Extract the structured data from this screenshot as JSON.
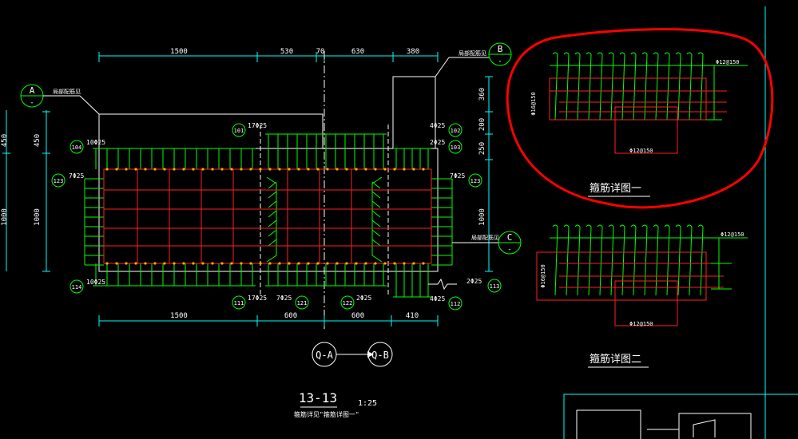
{
  "colors": {
    "background": "#000000",
    "dimension": "#00ffff",
    "rebar_stirrup": "#00ff00",
    "rebar_main": "#ff2020",
    "outline": "#ffffff",
    "text": "#ffffff",
    "bubble": "#00ff00",
    "markup": "#ff0000",
    "viewport_frame": "#00ffff"
  },
  "section": {
    "title": "13-13",
    "scale": "1:25",
    "note": "箍筋详见\"箍筋详图一\"",
    "top_dims": [
      "1500",
      "530",
      "70",
      "630",
      "380"
    ],
    "bottom_dims": [
      "1500",
      "600",
      "600",
      "410"
    ],
    "left_dims_outer": [
      "450",
      "1000"
    ],
    "left_dims_inner": [
      "450",
      "1000"
    ],
    "right_dims": [
      "360",
      "200",
      "250",
      "1000"
    ],
    "axis_bubbles": {
      "a": {
        "letter": "A",
        "sub": "-",
        "note": "局部配筋见"
      },
      "b": {
        "letter": "B",
        "sub": "-",
        "note": "局部配筋见"
      },
      "c": {
        "letter": "C",
        "sub": "-",
        "note": "局部配筋见"
      }
    },
    "callouts": {
      "c101": {
        "num": "101",
        "text": "17Φ25"
      },
      "c104": {
        "num": "104",
        "text": "10Φ25"
      },
      "c123_left": {
        "num": "123",
        "text": "7Φ25"
      },
      "c114": {
        "num": "114",
        "text": "10Φ25"
      },
      "c102": {
        "num": "102",
        "text": "4Φ25"
      },
      "c103": {
        "num": "103",
        "text": "2Φ25"
      },
      "c123_right": {
        "num": "123",
        "text": "7Φ25"
      },
      "c113": {
        "num": "113",
        "text": "2Φ25"
      },
      "c112": {
        "num": "112",
        "text": "4Φ25"
      },
      "c111": {
        "num": "111",
        "text": "17Φ25"
      },
      "c121": {
        "num": "121",
        "text": "7Φ25"
      },
      "c122": {
        "num": "122",
        "text": "2Φ25"
      }
    },
    "section_refs": {
      "left": "Q-A",
      "right": "Q-B"
    }
  },
  "detail1": {
    "title": "箍筋详图一",
    "top_label": "Φ12@150",
    "side_label": "Φ16@150",
    "bottom_label": "Φ12@150"
  },
  "detail2": {
    "title": "箍筋详图二",
    "top_label": "Φ12@150",
    "side_label": "Φ16@150",
    "bottom_label": "Φ12@150"
  }
}
